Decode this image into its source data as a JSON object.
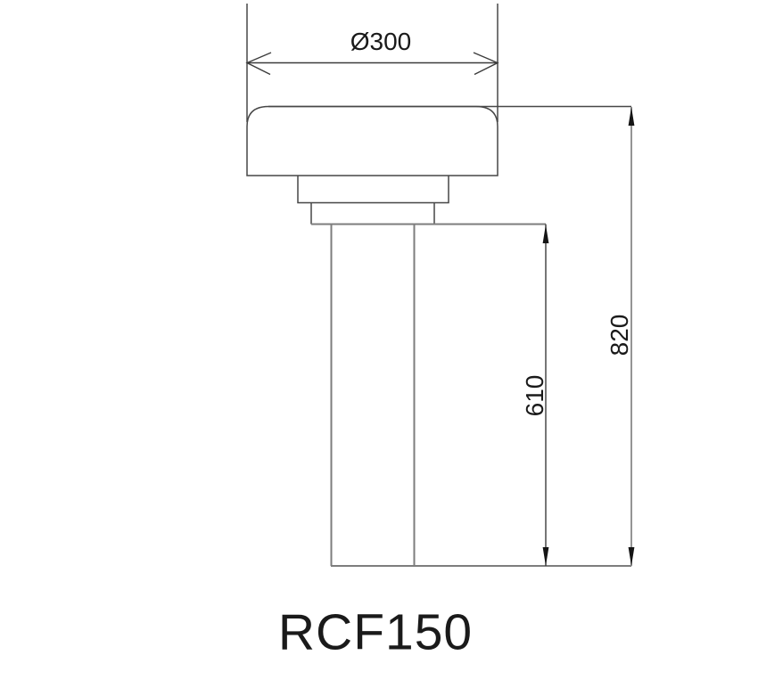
{
  "drawing": {
    "product_code": "RCF150",
    "label_diameter": "Ø300",
    "label_overall_height": "820",
    "label_lower_height": "610"
  },
  "colors": {
    "background": "#ffffff",
    "shape_line": "#474747",
    "secondary_line": "#7d7d7d",
    "dimension_line": "#3c3c3c",
    "text": "#1a1a1a"
  }
}
